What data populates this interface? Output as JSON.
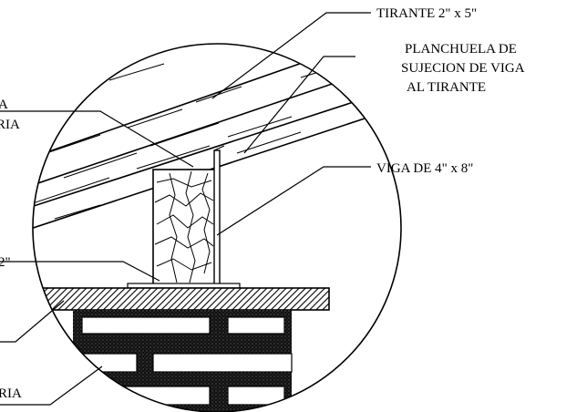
{
  "labels": {
    "tirante": "TIRANTE 2\" x 5\"",
    "planchuela_line1": "PLANCHUELA DE",
    "planchuela_line2": "SUJECION DE VIGA",
    "planchuela_line3": "AL TIRANTE",
    "viga": "VIGA DE 4\" x 8\"",
    "left_partial_1": "A",
    "left_partial_2": "RIA",
    "left_partial_3": "2\"",
    "left_partial_4": "RIA"
  },
  "colors": {
    "stroke": "#000000",
    "fill_dark": "#1a1a1a",
    "background": "#ffffff"
  }
}
